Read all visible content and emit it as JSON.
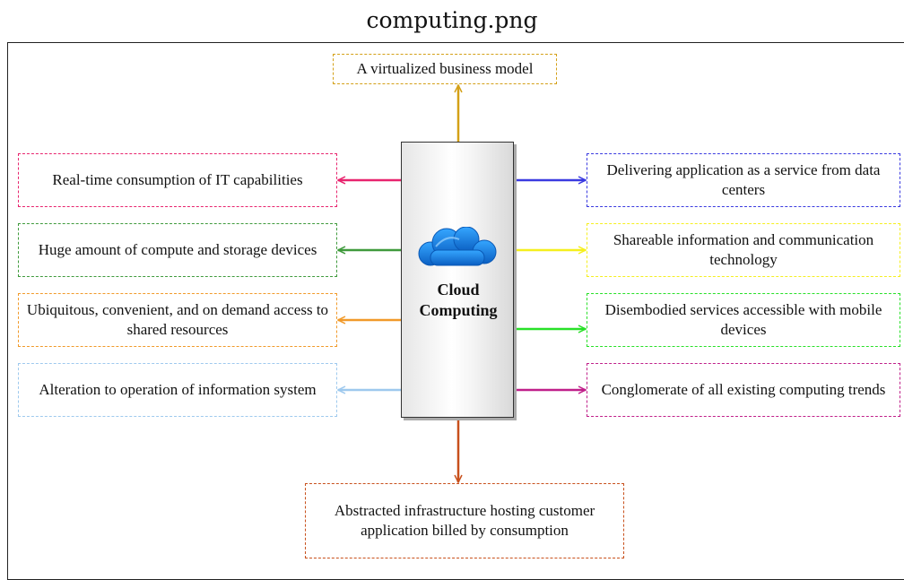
{
  "file_title": "computing.png",
  "center": {
    "line1": "Cloud",
    "line2": "Computing",
    "icon": "cloud-icon",
    "icon_color": "#1e7fe0"
  },
  "nodes": {
    "top": {
      "text": "A virtualized business model",
      "color": "#d4a017"
    },
    "left_1": {
      "text": "Real-time consumption of IT capabilities",
      "color": "#e8246e"
    },
    "left_2": {
      "text": "Huge amount of compute and storage devices",
      "color": "#3f9a3c"
    },
    "left_3": {
      "text": "Ubiquitous, convenient, and on demand access to shared resources",
      "color": "#f19a2a"
    },
    "left_4": {
      "text": "Alteration to operation of information system",
      "color": "#9ec9ee"
    },
    "right_1": {
      "text": "Delivering application as a service from data centers",
      "color": "#3a3ae0"
    },
    "right_2": {
      "text": "Shareable information and communication technology",
      "color": "#f5ef1e"
    },
    "right_3": {
      "text": "Disembodied services accessible with mobile devices",
      "color": "#28e028"
    },
    "right_4": {
      "text": "Conglomerate of all existing computing trends",
      "color": "#c0208a"
    },
    "bottom": {
      "text": "Abstracted infrastructure hosting customer application billed by consumption",
      "color": "#c8501c"
    }
  }
}
